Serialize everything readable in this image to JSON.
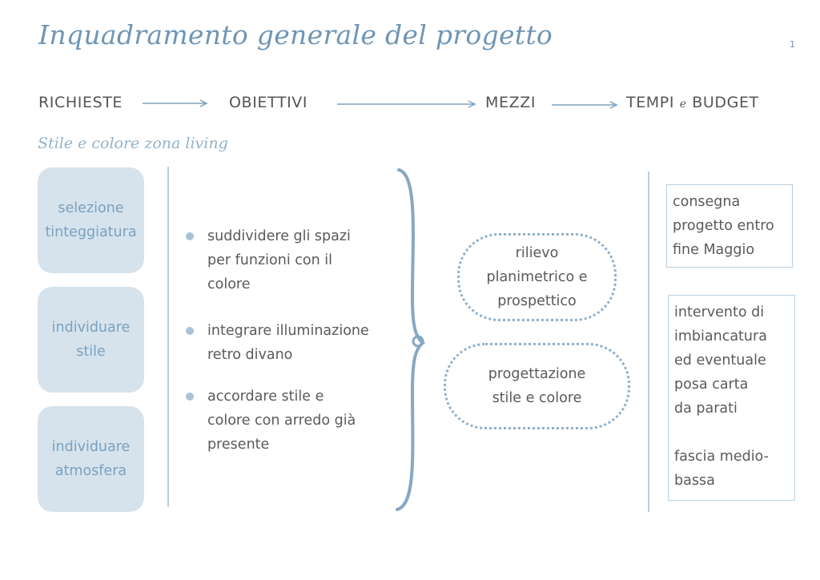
{
  "title": "Inquadramento generale del progetto",
  "page_number": "1",
  "flow": {
    "richieste": "RICHIESTE",
    "obiettivi": "OBIETTIVI",
    "mezzi": "MEZZI",
    "tempi": "TEMPI",
    "and": "e",
    "budget": "BUDGET"
  },
  "subtitle": "Stile e colore zona living",
  "richieste": [
    {
      "line1": "selezione",
      "line2": "tinteggiatura"
    },
    {
      "line1": "individuare",
      "line2": "stile"
    },
    {
      "line1": "individuare",
      "line2": "atmosfera"
    }
  ],
  "obiettivi": [
    {
      "l1": "suddividere gli spazi",
      "l2": "per funzioni con il",
      "l3": "colore"
    },
    {
      "l1": "integrare illuminazione",
      "l2": "retro divano"
    },
    {
      "l1": "accordare stile e",
      "l2": "colore con arredo già",
      "l3": "presente"
    }
  ],
  "mezzi": [
    {
      "l1": "rilievo",
      "l2": "planimetrico e",
      "l3": "prospettico"
    },
    {
      "l1": "progettazione",
      "l2": "stile e colore"
    }
  ],
  "tempi": {
    "l1": "consegna",
    "l2": "progetto entro",
    "l3": "fine Maggio"
  },
  "budget": {
    "l1": "intervento di",
    "l2": "imbiancatura",
    "l3": "ed eventuale",
    "l4": "posa carta",
    "l5": "da parati",
    "l6": "fascia medio-",
    "l7": "bassa"
  },
  "colors": {
    "accent": "#6f95b5",
    "box_fill": "#d6e3ec",
    "line": "#b9cfdf"
  }
}
